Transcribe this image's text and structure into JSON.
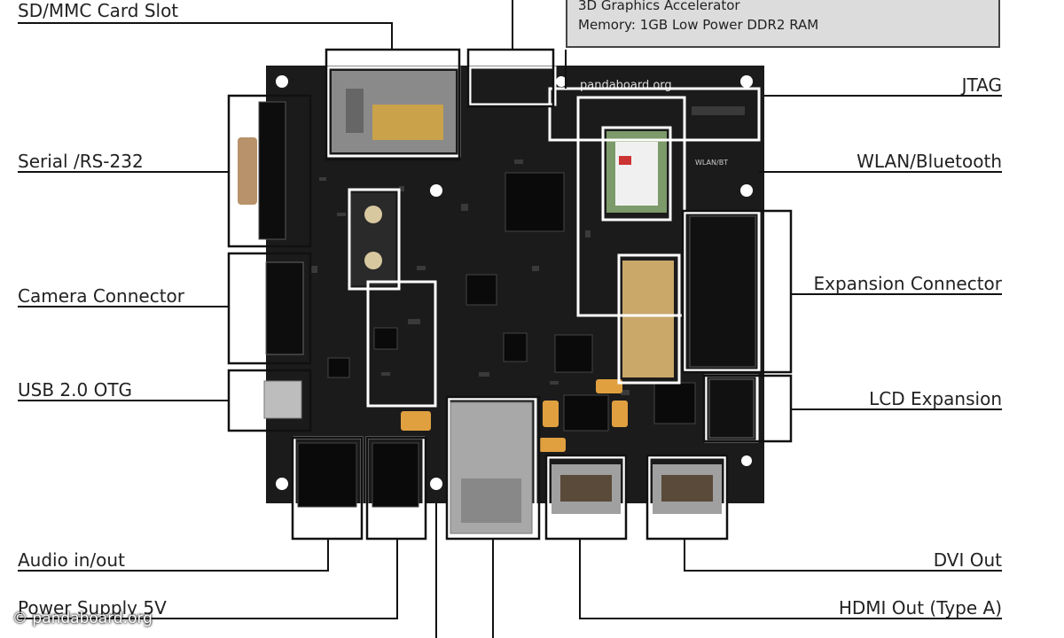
{
  "labels": {
    "sd_card": "SD/MMC Card Slot",
    "serial": "Serial /RS-232",
    "camera": "Camera Connector",
    "usb_otg": "USB 2.0 OTG",
    "audio": "Audio in/out",
    "power": "Power Supply 5V",
    "jtag": "JTAG",
    "wlan": "WLAN/Bluetooth",
    "expansion": "Expansion Connector",
    "lcd": "LCD Expansion",
    "dvi": "DVI Out",
    "hdmi": "HDMI Out (Type A)"
  },
  "spec": {
    "line_gpu": "3D Graphics Accelerator",
    "line_memory": "Memory: 1GB Low Power DDR2 RAM"
  },
  "board": {
    "brand": "pandaboard.org",
    "silk_wlan": "WLAN/BT"
  },
  "watermark": "© pandaboard.org"
}
